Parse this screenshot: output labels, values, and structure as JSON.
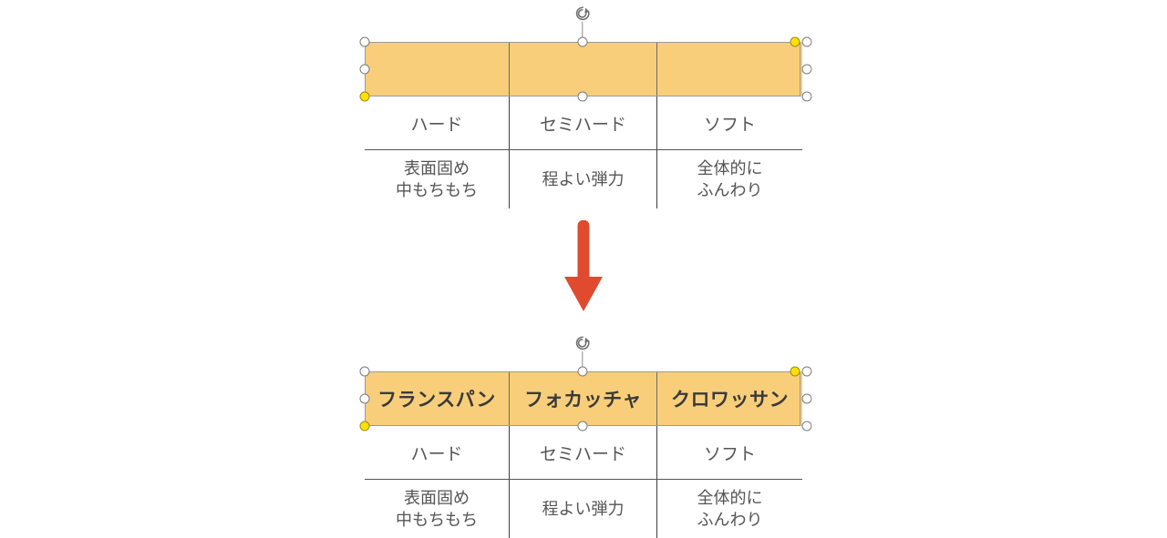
{
  "document": {
    "type": "slide-table-editing",
    "background_color": "#FFFFFF"
  },
  "colors": {
    "header_fill": "#F8CE7A",
    "header_text": "#3A3A3A",
    "body_text": "#555555",
    "rule": "#555555",
    "arrow": "#E04A2F",
    "handle_fill": "#FFFFFF",
    "handle_border": "#7C7C7C",
    "handle_active_fill": "#FFE000",
    "selection_border": "#9A9A9A"
  },
  "before_table": {
    "caption": "before-state-table",
    "header_row": {
      "state": "empty",
      "cells": [
        "",
        "",
        ""
      ]
    },
    "category_row": {
      "cells": [
        "ハード",
        "セミハード",
        "ソフト"
      ]
    },
    "description_row": {
      "cells": [
        [
          "表面固め",
          "中もちもち"
        ],
        [
          "程よい弾力"
        ],
        [
          "全体的に",
          "ふんわり"
        ]
      ]
    },
    "selection": {
      "active": true,
      "rotate_icon": "rotate-icon",
      "handles": [
        {
          "name": "handle-top-left",
          "position": "top-left",
          "state": "normal"
        },
        {
          "name": "handle-middle-left",
          "position": "middle-left",
          "state": "normal"
        },
        {
          "name": "handle-bottom-left",
          "position": "bottom-left",
          "state": "active"
        },
        {
          "name": "handle-top-center",
          "position": "top-center",
          "state": "normal"
        },
        {
          "name": "handle-bottom-center",
          "position": "bottom-center",
          "state": "normal"
        },
        {
          "name": "handle-top-right",
          "position": "top-right",
          "state": "active"
        },
        {
          "name": "handle-top-right-outer",
          "position": "top-right-outer",
          "state": "normal"
        },
        {
          "name": "handle-middle-right",
          "position": "middle-right",
          "state": "normal"
        },
        {
          "name": "handle-bottom-right",
          "position": "bottom-right",
          "state": "normal"
        }
      ]
    }
  },
  "transition": {
    "icon": "down-arrow-icon",
    "direction": "down",
    "color": "#E04A2F"
  },
  "after_table": {
    "caption": "after-state-table",
    "header_row": {
      "state": "filled",
      "cells": [
        "フランスパン",
        "フォカッチャ",
        "クロワッサン"
      ]
    },
    "category_row": {
      "cells": [
        "ハード",
        "セミハード",
        "ソフト"
      ]
    },
    "description_row": {
      "cells": [
        [
          "表面固め",
          "中もちもち"
        ],
        [
          "程よい弾力"
        ],
        [
          "全体的に",
          "ふんわり"
        ]
      ]
    },
    "selection": {
      "active": true,
      "rotate_icon": "rotate-icon",
      "handles": [
        {
          "name": "handle-top-left",
          "position": "top-left",
          "state": "normal"
        },
        {
          "name": "handle-middle-left",
          "position": "middle-left",
          "state": "normal"
        },
        {
          "name": "handle-bottom-left",
          "position": "bottom-left",
          "state": "active"
        },
        {
          "name": "handle-top-center",
          "position": "top-center",
          "state": "normal"
        },
        {
          "name": "handle-bottom-center",
          "position": "bottom-center",
          "state": "normal"
        },
        {
          "name": "handle-top-right",
          "position": "top-right",
          "state": "active"
        },
        {
          "name": "handle-top-right-outer",
          "position": "top-right-outer",
          "state": "normal"
        },
        {
          "name": "handle-middle-right",
          "position": "middle-right",
          "state": "normal"
        },
        {
          "name": "handle-bottom-right",
          "position": "bottom-right",
          "state": "normal"
        }
      ]
    }
  }
}
